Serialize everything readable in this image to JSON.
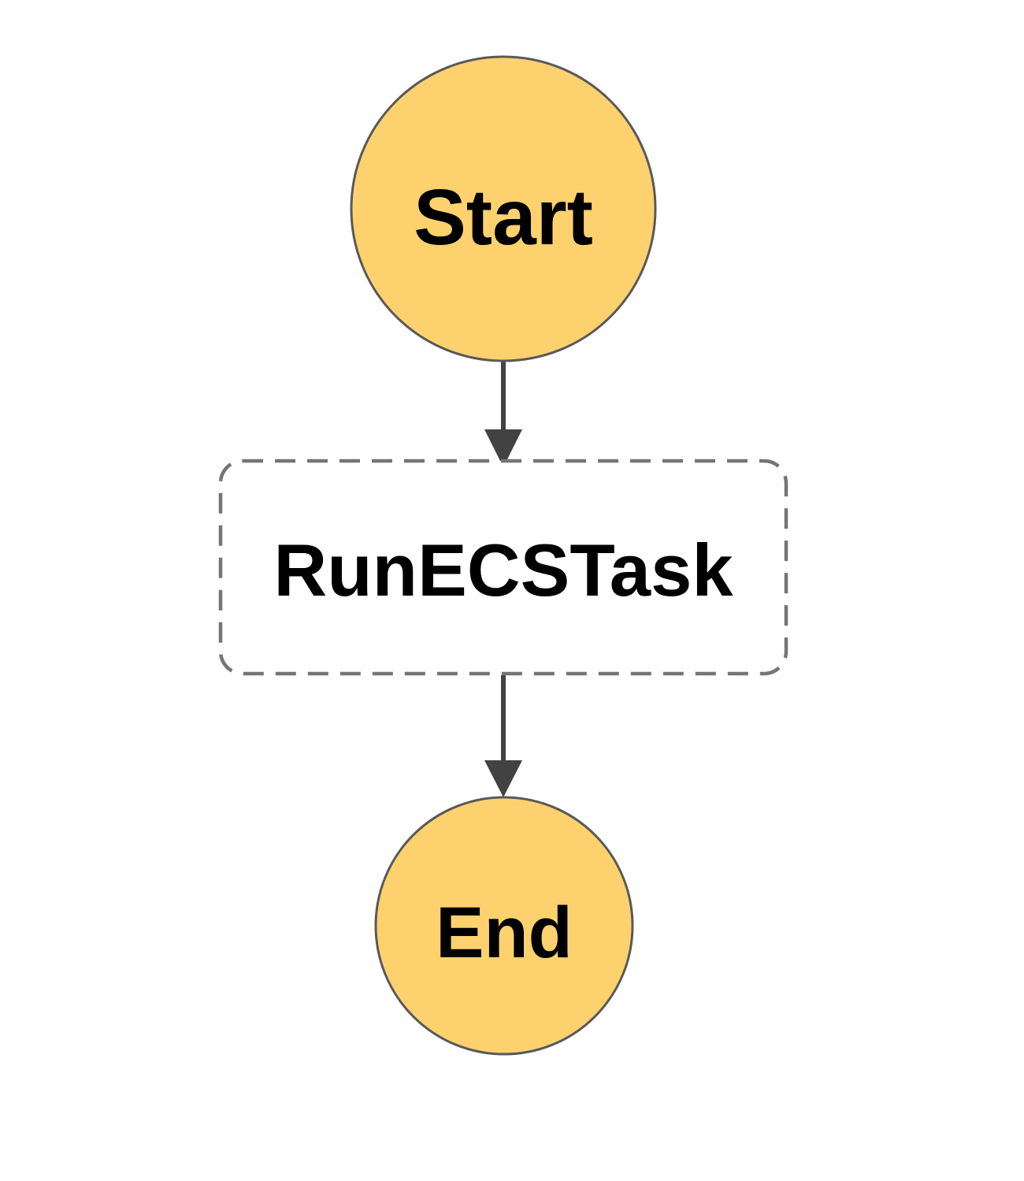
{
  "page": {
    "background": "#FFFFFF"
  },
  "diagram": {
    "type": "workflow-flowchart",
    "nodes": {
      "start": {
        "label": "Start",
        "shape": "circle",
        "fill": "#FDD26E",
        "stroke": "#595959"
      },
      "task": {
        "label": "RunECSTask",
        "shape": "dashed-rounded-rectangle",
        "fill": "#FFFFFF",
        "stroke": "#757575"
      },
      "end": {
        "label": "End",
        "shape": "circle",
        "fill": "#FDD26E",
        "stroke": "#595959"
      }
    },
    "edges": [
      {
        "from": "Start",
        "to": "RunECSTask",
        "color": "#424242",
        "style": "solid-arrow"
      },
      {
        "from": "RunECSTask",
        "to": "End",
        "color": "#424242",
        "style": "solid-arrow"
      }
    ]
  }
}
